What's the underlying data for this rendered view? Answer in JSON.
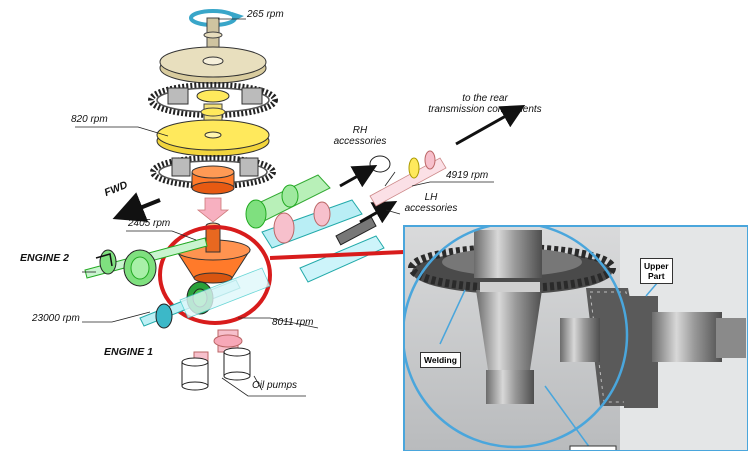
{
  "labels": {
    "rpm_265": "265 rpm",
    "rpm_820": "820 rpm",
    "fwd": "FWD",
    "rpm_2405": "2405 rpm",
    "engine2": "ENGINE 2",
    "rpm_23000": "23000 rpm",
    "engine1": "ENGINE 1",
    "rpm_8011": "8011 rpm",
    "oil_pumps": "Oil pumps",
    "rh_accessories_line1": "RH",
    "rh_accessories_line2": "accessories",
    "lh_accessories_line1": "LH",
    "lh_accessories_line2": "accessories",
    "rear_line1": "to  the rear",
    "rear_line2": "transmission components",
    "rpm_4919": "4919 rpm"
  },
  "photo": {
    "welding": "Welding",
    "upper_part_line1": "Upper",
    "upper_part_line2": "Part"
  },
  "colors": {
    "highlight_red": "#d81c1c",
    "inset_blue": "#4aa6dc",
    "gear_orange": "#ff7a2a",
    "gear_green": "#6fe07a",
    "gear_cyan": "#6fd8e8",
    "gear_yellow": "#ffe95c",
    "gear_pink": "#f7a8b8",
    "plate_tan": "#d9cc9e"
  }
}
